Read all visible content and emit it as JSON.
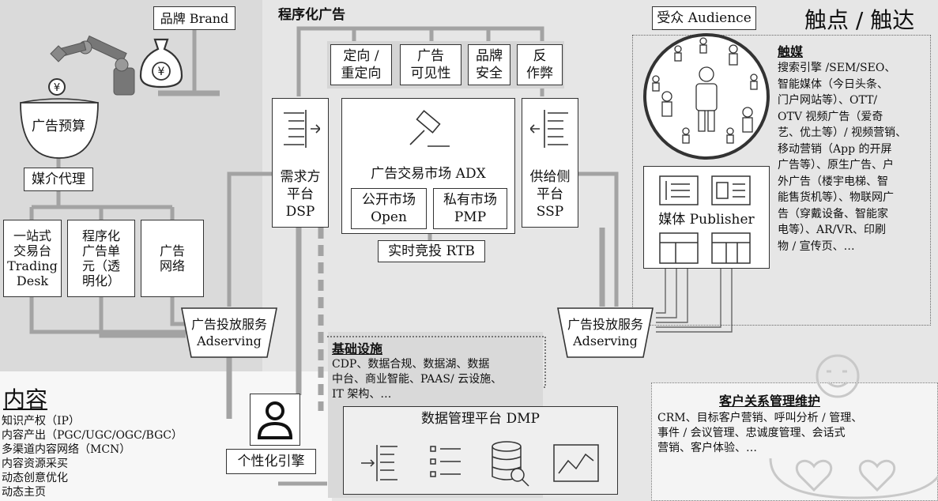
{
  "brand": "品牌 Brand",
  "ad_budget": "广告预算",
  "media_agency": "媒介代理",
  "buy_tools": [
    {
      "label": "一站式\n交易台\nTrading\nDesk"
    },
    {
      "label": "程序化\n广告单\n元（透\n明化）"
    },
    {
      "label": "广告\n网络"
    }
  ],
  "adserving_left": "广告投放服务\nAdserving",
  "adserving_right": "广告投放服务\nAdserving",
  "programmatic_title": "程序化广告",
  "top_services": [
    {
      "label": "定向 /\n重定向"
    },
    {
      "label": "广告\n可见性"
    },
    {
      "label": "品牌\n安全"
    },
    {
      "label": "反\n作弊"
    }
  ],
  "dsp": "需求方\n平台\nDSP",
  "ssp": "供给侧\n平台\nSSP",
  "adx": "广告交易市场 ADX",
  "open_market": "公开市场\nOpen",
  "private_market": "私有市场\nPMP",
  "rtb": "实时竞投 RTB",
  "touchpoint_title": "触点 / 触达",
  "audience": "受众 Audience",
  "media_touch_title": "触媒",
  "media_touch_text": "搜索引擎 /SEM/SEO、\n智能媒体（今日头条、\n门户网站等）、OTT/\nOTV 视频广告（爱奇\n艺、优土等）/ 视频营销、\n移动营销（App 的开屏\n广告等）、原生广告、户\n外广告（楼宇电梯、智\n能售货机等）、物联网广\n告（穿戴设备、智能家\n电等）、AR/VR、印刷\n物 / 宣传页、…",
  "publisher": "媒体 Publisher",
  "infra_title": "基础设施",
  "infra_text": "CDP、数据合规、数据湖、数据\n中台、商业智能、PAAS/ 云设施、\nIT 架构、…",
  "dmp": "数据管理平台 DMP",
  "personalization": "个性化引擎",
  "content_title": "内容",
  "content_items": [
    "知识产权（IP）",
    "内容产出（PGC/UGC/OGC/BGC）",
    "多渠道内容网络（MCN）",
    "内容资源采买",
    "动态创意优化",
    "动态主页"
  ],
  "crm_title": "客户关系管理维护",
  "crm_text": "CRM、目标客户营销、呼叫分析 / 管理、\n事件 / 会议管理、忠诚度管理、会话式\n营销、客户体验、…",
  "colors": {
    "background": "#e6e6e6",
    "panel": "#d9d9d9",
    "connector": "#9a9a9a",
    "box_border": "#333333"
  }
}
